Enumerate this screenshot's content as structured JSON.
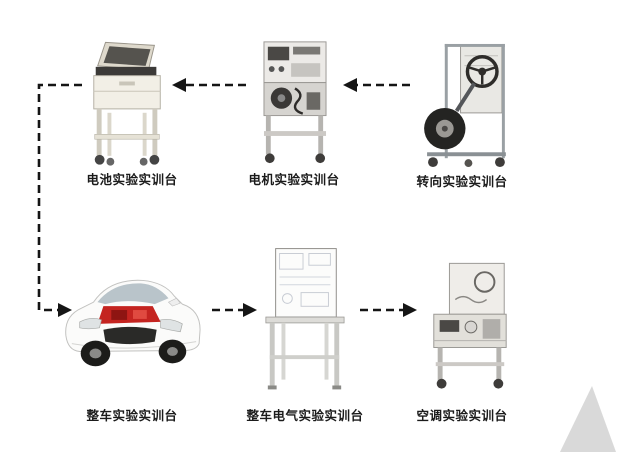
{
  "diagram": {
    "stations": [
      {
        "id": "battery",
        "label": "电池实验实训台"
      },
      {
        "id": "motor",
        "label": "电机实验实训台"
      },
      {
        "id": "steering",
        "label": "转向实验实训台"
      },
      {
        "id": "vehicle",
        "label": "整车实验实训台"
      },
      {
        "id": "vehicle_electrical",
        "label": "整车电气实验实训台"
      },
      {
        "id": "ac",
        "label": "空调实验实训台"
      }
    ],
    "connections": [
      {
        "from": "转向实验实训台",
        "to": "电机实验实训台",
        "style": "dashed-arrow"
      },
      {
        "from": "电机实验实训台",
        "to": "电池实验实训台",
        "style": "dashed-arrow"
      },
      {
        "from": "电池实验实训台",
        "to": "整车实验实训台",
        "style": "dashed-arrow"
      },
      {
        "from": "整车实验实训台",
        "to": "整车电气实验实训台",
        "style": "dashed-arrow"
      },
      {
        "from": "整车电气实验实训台",
        "to": "空调实验实训台",
        "style": "dashed-arrow"
      }
    ],
    "colors": {
      "background": "#ffffff",
      "arrow": "#151515",
      "label": "#1b1b1b",
      "corner_wedge": "#d9d9d9",
      "engine_red": "#c42420"
    }
  }
}
